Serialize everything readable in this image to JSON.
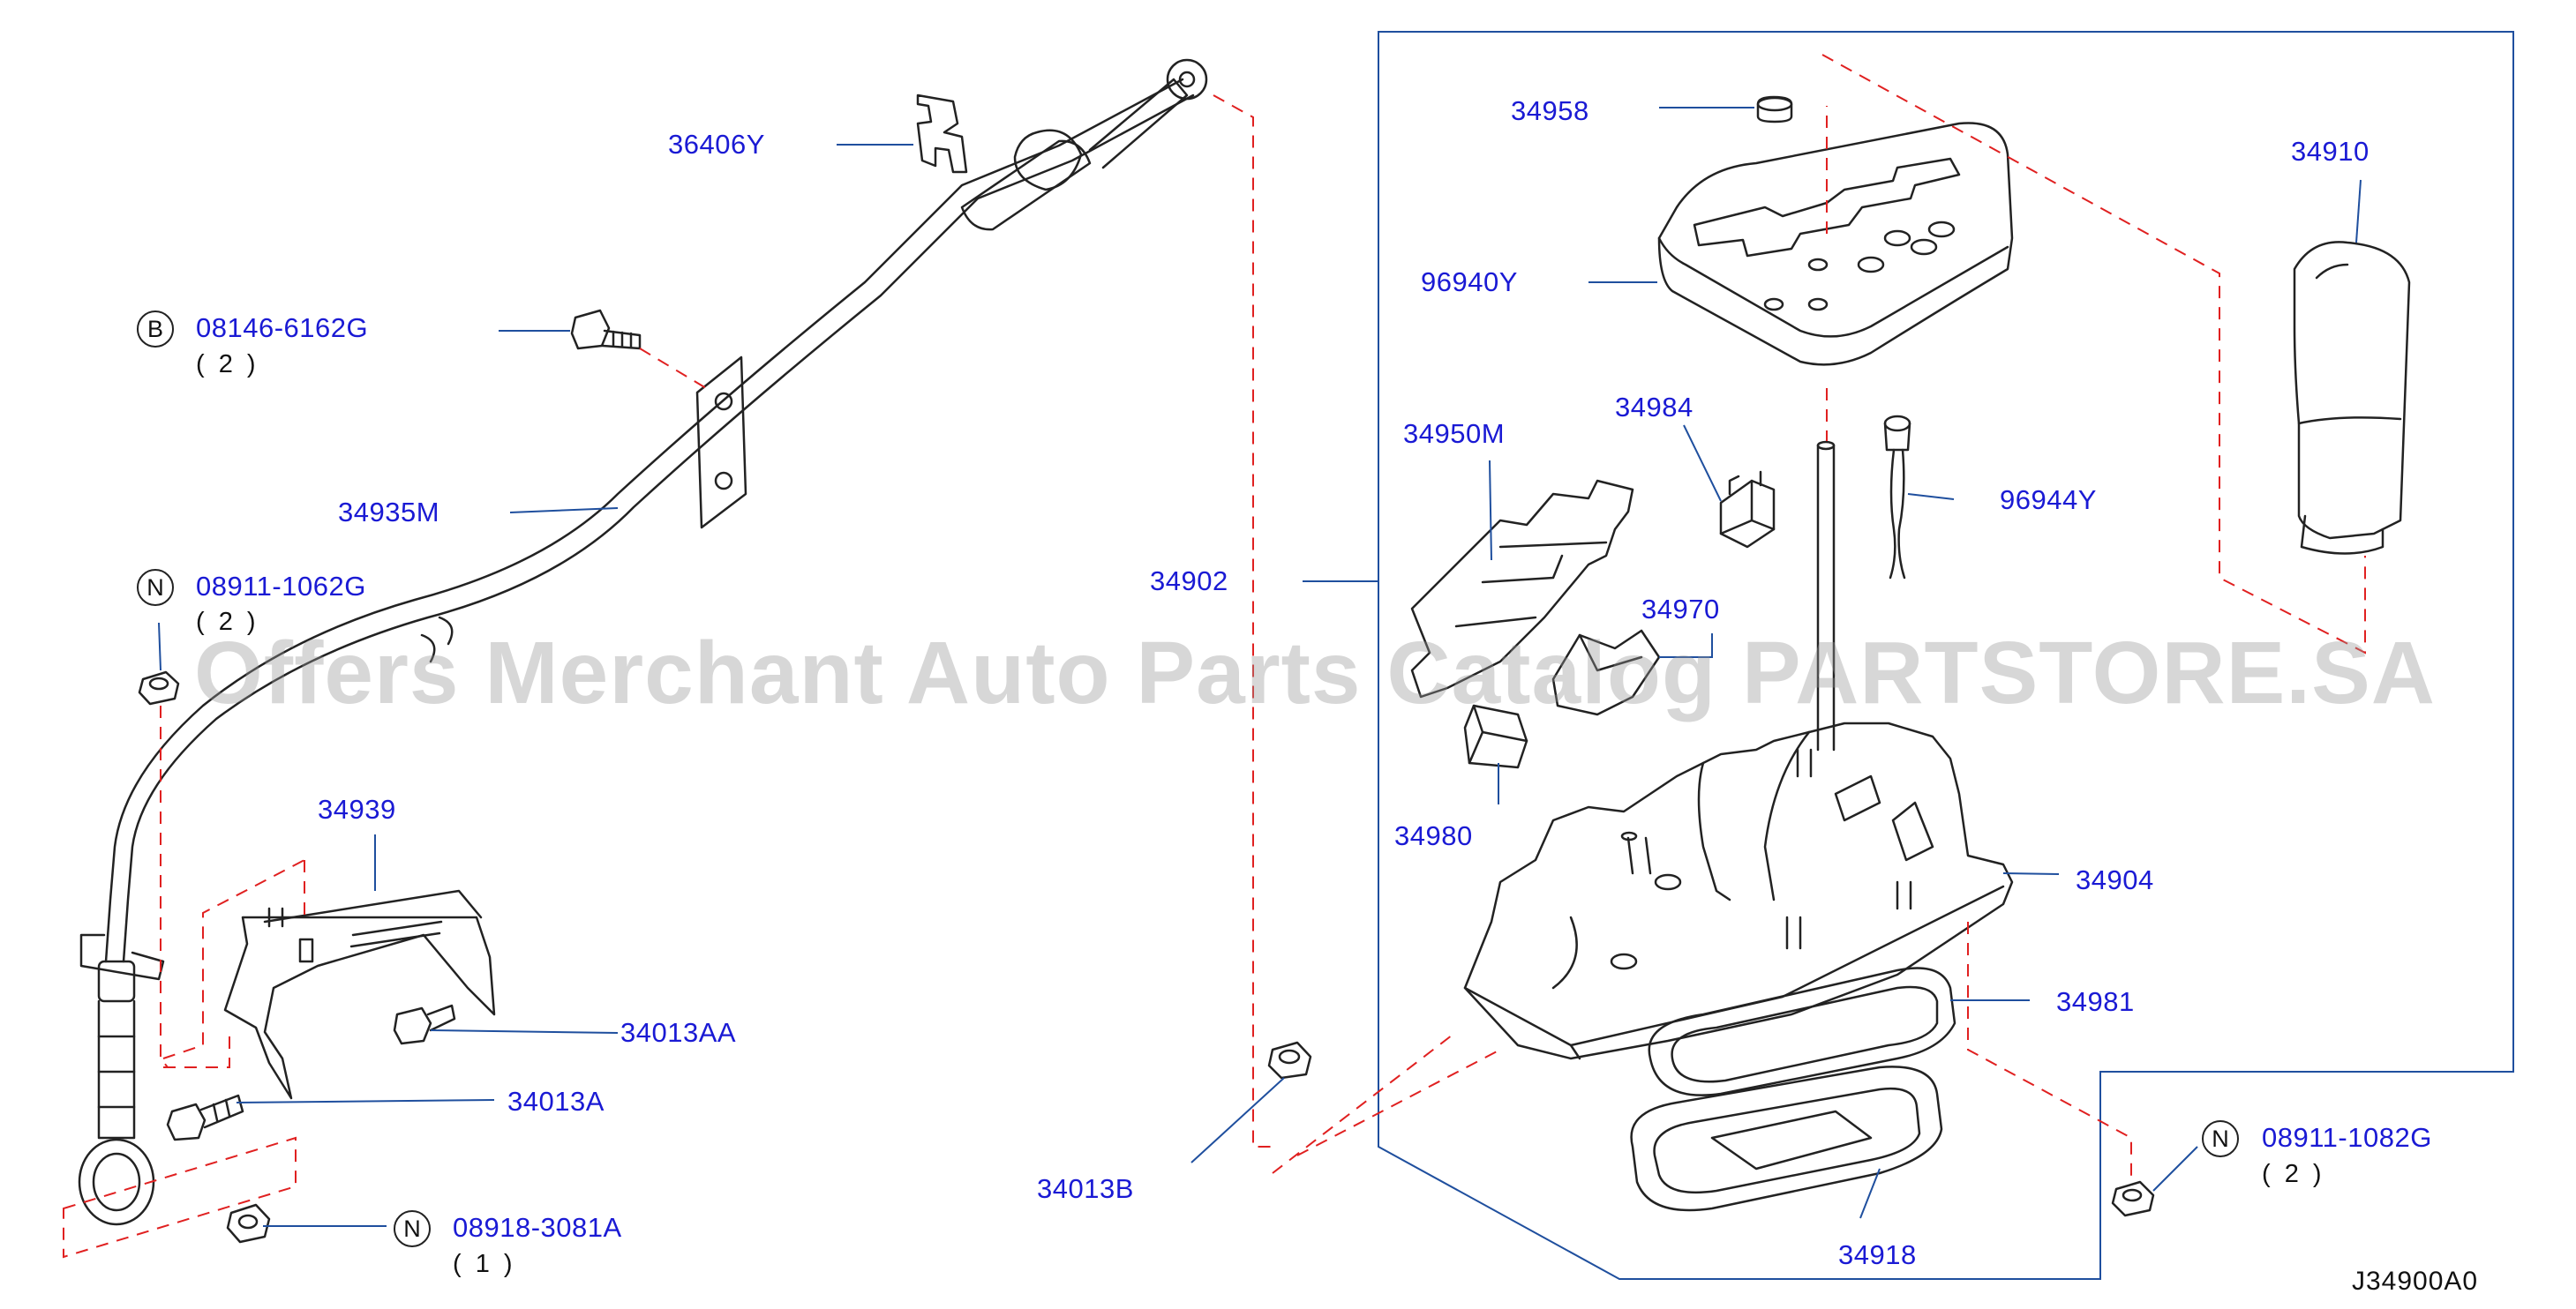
{
  "diagram": {
    "watermark": "Offers Merchant Auto Parts Catalog PARTSTORE.SA",
    "figure_code": "J34900A0",
    "parts": [
      {
        "id": "p36406Y",
        "number": "36406Y"
      },
      {
        "id": "p08146",
        "badge": "B",
        "number": "08146-6162G",
        "qty": "( 2 )"
      },
      {
        "id": "p34935M",
        "number": "34935M"
      },
      {
        "id": "p08911a",
        "badge": "N",
        "number": "08911-1062G",
        "qty": "( 2 )"
      },
      {
        "id": "p34939",
        "number": "34939"
      },
      {
        "id": "p34013AA",
        "number": "34013AA"
      },
      {
        "id": "p34013A",
        "number": "34013A"
      },
      {
        "id": "p08918",
        "badge": "N",
        "number": "08918-3081A",
        "qty": "( 1 )"
      },
      {
        "id": "p34013B",
        "number": "34013B"
      },
      {
        "id": "p34902",
        "number": "34902"
      },
      {
        "id": "p34958",
        "number": "34958"
      },
      {
        "id": "p96940Y",
        "number": "96940Y"
      },
      {
        "id": "p34984",
        "number": "34984"
      },
      {
        "id": "p34950M",
        "number": "34950M"
      },
      {
        "id": "p96944Y",
        "number": "96944Y"
      },
      {
        "id": "p34970",
        "number": "34970"
      },
      {
        "id": "p34980",
        "number": "34980"
      },
      {
        "id": "p34904",
        "number": "34904"
      },
      {
        "id": "p34981",
        "number": "34981"
      },
      {
        "id": "p34918",
        "number": "34918"
      },
      {
        "id": "p34910",
        "number": "34910"
      },
      {
        "id": "p08911b",
        "badge": "N",
        "number": "08911-1082G",
        "qty": "( 2 )"
      }
    ]
  },
  "colors": {
    "label": "#1a1ad4",
    "leader": "#1f4f9e",
    "dashed": "#e02020",
    "line": "#222222"
  }
}
